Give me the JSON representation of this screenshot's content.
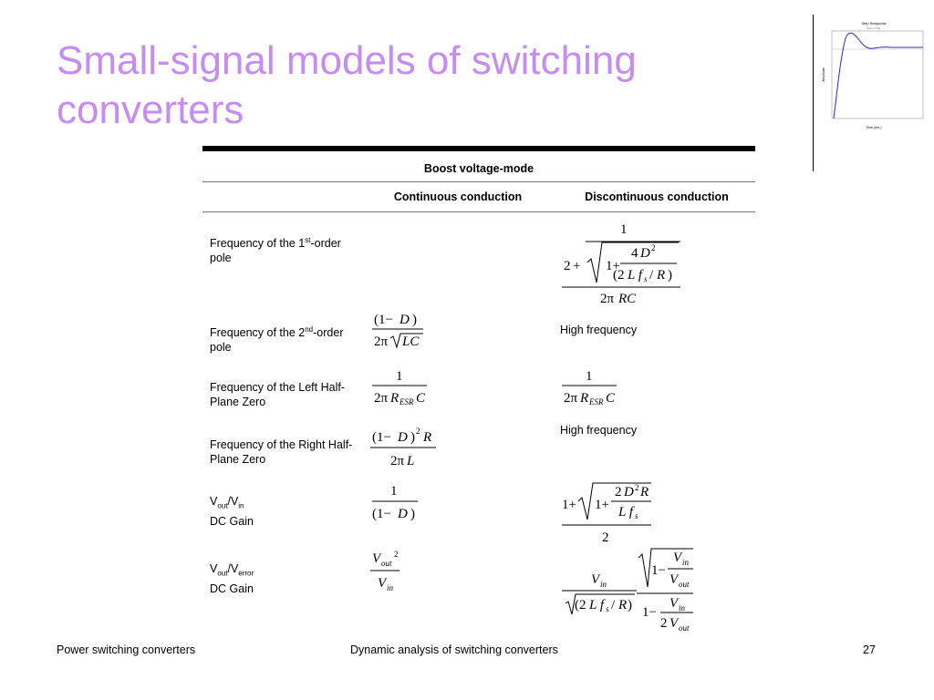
{
  "slide": {
    "title_line1": "Small-signal models of switching",
    "title_line2": "converters"
  },
  "thumbnail": {
    "title": "Step Response",
    "subtitle": "From: U(1)",
    "xlabel": "Time (sec.)",
    "ylabel": "Amplitude"
  },
  "table": {
    "caption": "Boost voltage-mode",
    "col_ccm": "Continuous conduction",
    "col_dcm": "Discontinuous conduction",
    "rows": [
      {
        "label_a": "Frequency of the 1",
        "label_sup": "st",
        "label_b": "-order pole"
      },
      {
        "label_a": "Frequency of the 2",
        "label_sup": "nd",
        "label_b": "-order pole"
      },
      {
        "label": "Frequency of the Left Half-Plane Zero"
      },
      {
        "label": "Frequency of the Right Half-Plane Zero"
      },
      {
        "label_v1": "V",
        "label_s1": "out",
        "label_sep": "/V",
        "label_s2": "in",
        "label_c": "DC Gain"
      },
      {
        "label_v1": "V",
        "label_s1": "out",
        "label_sep": "/V",
        "label_s2": "error",
        "label_c": "DC Gain"
      }
    ],
    "dcm_pole2": "High frequency",
    "dcm_rhp": "High frequency"
  },
  "footer": {
    "left": "Power switching converters",
    "center": "Dynamic analysis of switching converters",
    "page": "27"
  }
}
